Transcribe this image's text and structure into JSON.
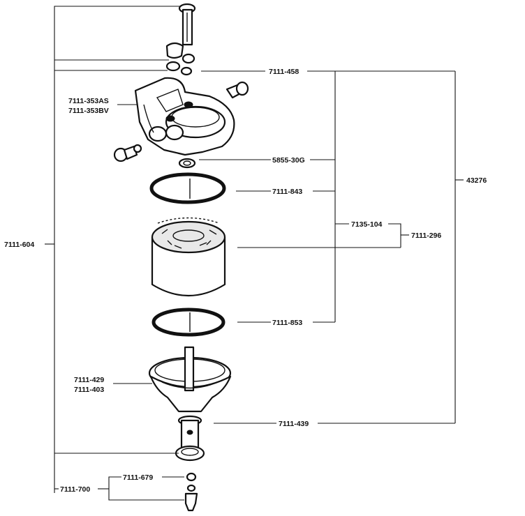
{
  "labels": {
    "l_7111_458": "7111-458",
    "l_7111_353AS": "7111-353AS",
    "l_7111_353BV": "7111-353BV",
    "l_5855_30G": "5855-30G",
    "l_7111_843": "7111-843",
    "l_43276": "43276",
    "l_7111_604": "7111-604",
    "l_7135_104": "7135-104",
    "l_7111_296": "7111-296",
    "l_7111_853": "7111-853",
    "l_7111_429": "7111-429",
    "l_7111_403": "7111-403",
    "l_7111_439": "7111-439",
    "l_7111_679": "7111-679",
    "l_7111_700": "7111-700"
  }
}
